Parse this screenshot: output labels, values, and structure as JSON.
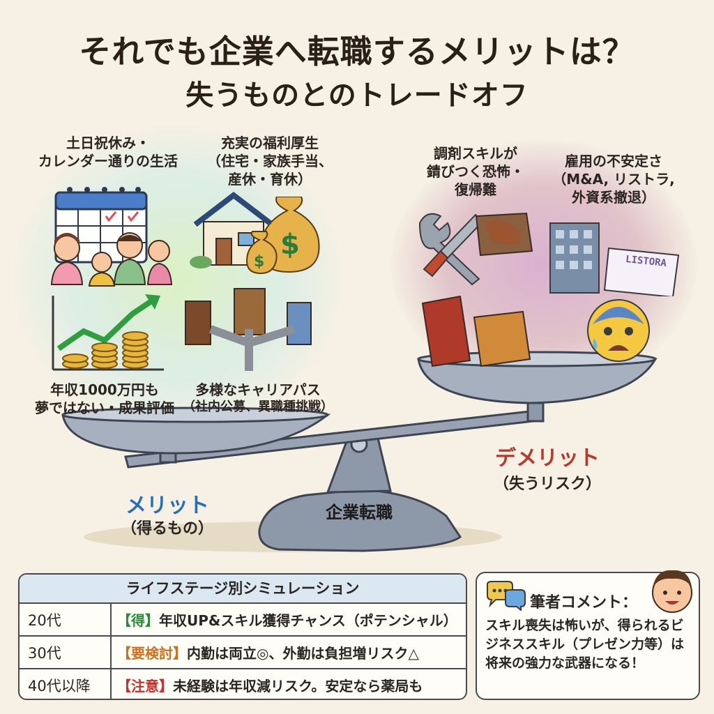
{
  "title": {
    "line1": "それでも企業へ転職するメリットは？",
    "line2": "失うものとのトレードオフ"
  },
  "merits": {
    "heading": "メリット",
    "subheading": "（得るもの）",
    "color": "#2a6db8",
    "items": [
      {
        "line1": "土日祝休み・",
        "line2": "カレンダー通りの生活"
      },
      {
        "line1": "充実の福利厚生",
        "line2": "（住宅・家族手当、",
        "line3": "産休・育休）"
      },
      {
        "line1": "年収1000万円も",
        "line2": "夢ではない・成果評価"
      },
      {
        "line1": "多様なキャリアパス",
        "line2": "（社内公募、異職種挑戦）"
      }
    ]
  },
  "demerits": {
    "heading": "デメリット",
    "subheading": "（失うリスク）",
    "color": "#b8382a",
    "items": [
      {
        "line1": "調剤スキルが",
        "line2": "錆びつく恐怖・",
        "line3": "復帰難"
      },
      {
        "line1": "雇用の不安定さ",
        "line2": "（M&A, リストラ,",
        "line3": "外資系撤退）"
      }
    ],
    "document_label": "LISTORA"
  },
  "scale": {
    "base_label": "企業転職"
  },
  "simulation": {
    "heading": "ライフステージ別シミュレーション",
    "rows": [
      {
        "age": "20代",
        "tag": "【得】",
        "text": "年収UP&スキル獲得チャンス（ポテンシャル）"
      },
      {
        "age": "30代",
        "tag": "【要検討】",
        "text": "内勤は両立◎、外勤は負担増リスク△"
      },
      {
        "age": "40代以降",
        "tag": "【注意】",
        "text": "未経験は年収減リスク。安定なら薬局も"
      }
    ]
  },
  "comment": {
    "title": "筆者コメント：",
    "text": "スキル喪失は怖いが、得られるビジネススキル（プレゼン力等）は将来の強力な武器になる！"
  },
  "icons": {
    "calendar": "calendar-icon",
    "family": "family-icon",
    "house": "house-icon",
    "money_bag": "money-bag-icon",
    "growth_chart": "growth-chart-icon",
    "doors": "career-doors-icon",
    "tools": "wrench-screwdriver-icon",
    "rusty_book": "rusty-book-icon",
    "building": "office-building-icon",
    "worried_face": "worried-face-icon",
    "chat": "chat-bubbles-icon",
    "author": "author-avatar"
  }
}
